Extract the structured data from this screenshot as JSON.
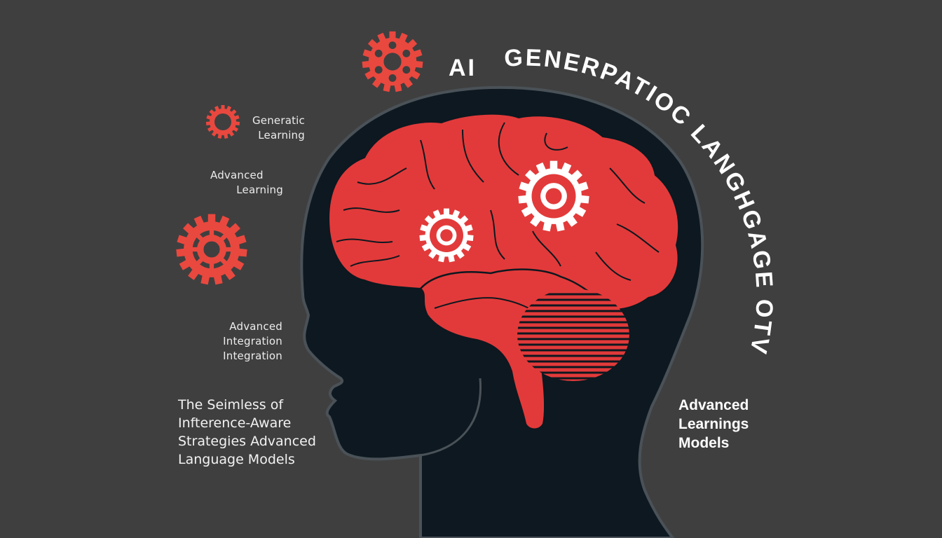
{
  "title": {
    "prefix": "AI",
    "arc": "GENERPATIOC LANGHGAGE OTV"
  },
  "labels": {
    "generatic_learning": [
      "Generatic",
      "Learning"
    ],
    "advanced_learning": [
      "Advanced",
      "Learning"
    ],
    "advanced_integration": [
      "Advanced",
      "Integration",
      "Integration"
    ],
    "seamless": [
      "The Seimless of",
      "Infterence-Aware",
      "Strategies Advanced",
      "Language Models"
    ],
    "advanced_models": [
      "Advanced",
      "Learnings",
      "Models"
    ]
  },
  "icons": {
    "top_gear": "gear-icon",
    "small_gear": "gear-icon",
    "large_gear": "gear-icon",
    "brain": "brain-icon",
    "head": "head-silhouette-icon"
  },
  "colors": {
    "background": "#3f3f3f",
    "head": "#0d1820",
    "head_outline": "#4a5258",
    "brain": "#e23a3a",
    "gear_red": "#e9483f",
    "gear_white": "#ffffff",
    "text": "#ffffff"
  }
}
